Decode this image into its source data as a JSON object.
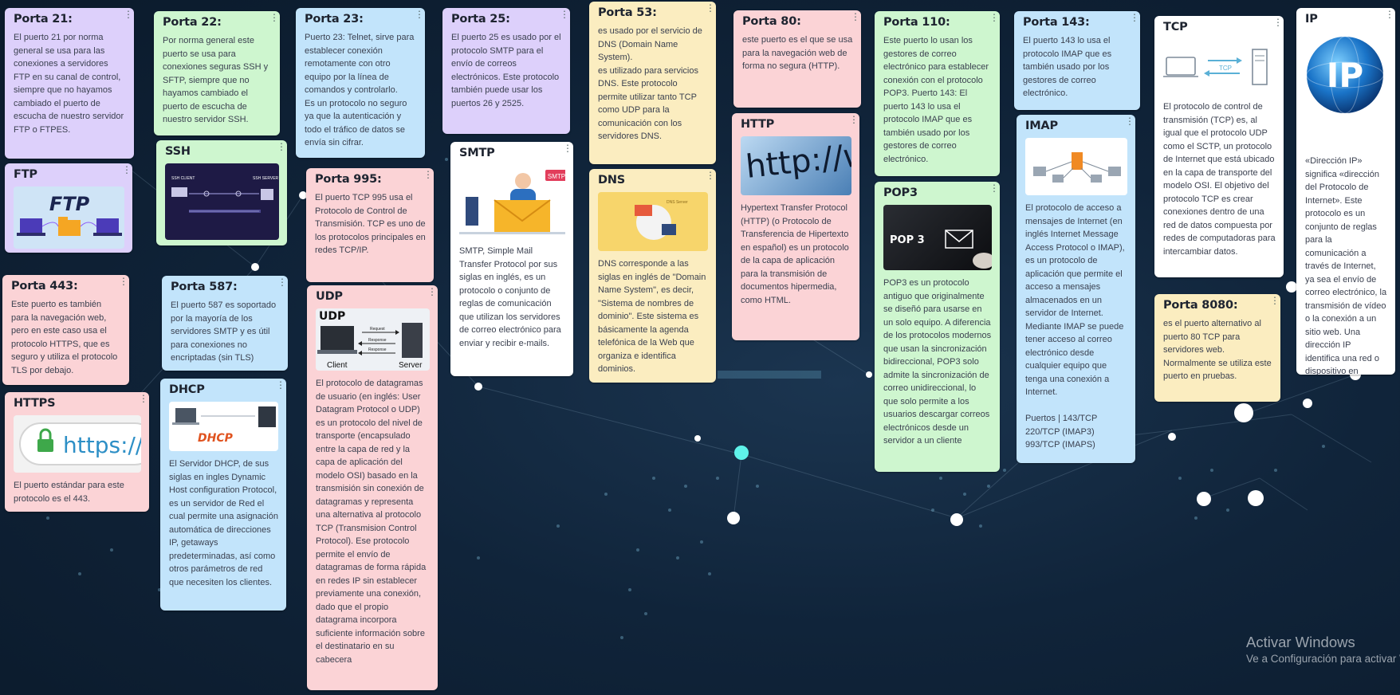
{
  "cards": {
    "p21": {
      "title": "Porta 21:",
      "body": "El puerto 21 por norma general se usa para las conexiones a servidores FTP en su canal de control, siempre que no hayamos cambiado el puerto de escucha de nuestro servidor FTP o FTPES."
    },
    "p22": {
      "title": "Porta 22:",
      "body": "Por norma general este puerto se usa para conexiones seguras SSH y SFTP, siempre que no hayamos cambiado el puerto de escucha de nuestro servidor SSH."
    },
    "p23": {
      "title": "Porta 23:",
      "body": "Puerto 23: Telnet, sirve para establecer conexión remotamente con otro equipo por la línea de comandos y controlarlo.\nEs un protocolo no seguro ya que la autenticación y todo el tráfico de datos se envía sin cifrar."
    },
    "p25": {
      "title": "Porta 25:",
      "body": "El puerto 25 es usado por el protocolo SMTP para el envío de correos electrónicos. Este protocolo también puede usar los puertos 26 y 2525."
    },
    "p53": {
      "title": "Porta 53:",
      "body": "es usado por el servicio de DNS (Domain Name System).\nes utilizado para servicios DNS. Este protocolo permite utilizar tanto TCP como UDP para la comunicación con los servidores DNS."
    },
    "p80": {
      "title": "Porta 80:",
      "body": "este puerto es el que se usa para la navegación web de forma no segura (HTTP)."
    },
    "p110": {
      "title": "Porta 110:",
      "body": "Este puerto lo usan los gestores de correo electrónico para establecer conexión con el protocolo POP3. Puerto 143: El puerto 143 lo usa el protocolo IMAP que es también usado por los gestores de correo electrónico."
    },
    "p143": {
      "title": "Porta 143:",
      "body": "El puerto 143 lo usa el protocolo IMAP que es también usado por los gestores de correo electrónico."
    },
    "tcp": {
      "title": "TCP",
      "body": "El protocolo de control de transmisión (TCP) es, al igual que el protocolo UDP como el SCTP, un protocolo de Internet que está ubicado en la capa de transporte del modelo OSI. El objetivo del protocolo TCP es crear conexiones dentro de una red de datos compuesta por redes de computadoras para intercambiar datos."
    },
    "ip": {
      "title": "IP",
      "body": "«Dirección IP» significa «dirección del Protocolo de Internet». Este protocolo es un conjunto de reglas para la comunicación a través de Internet, ya sea el envío de correo electrónico, la transmisión de vídeo o la conexión a un sitio web. Una dirección IP identifica una red o dispositivo en Internet."
    },
    "ftp": {
      "title": "FTP",
      "body": ""
    },
    "ssh": {
      "title": "SSH",
      "body": ""
    },
    "p995": {
      "title": "Porta 995:",
      "body": "El puerto TCP 995 usa el Protocolo de Control de Transmisión. TCP es uno de los protocolos principales en redes TCP/IP."
    },
    "smtp": {
      "title": "SMTP",
      "body": "SMTP, Simple Mail Transfer Protocol por sus siglas en inglés, es un protocolo o conjunto de reglas de comunicación que utilizan los servidores de correo electrónico para enviar y recibir e-mails."
    },
    "dns": {
      "title": "DNS",
      "body": "DNS corresponde a las siglas en inglés de \"Domain Name System\", es decir, \"Sistema de nombres de dominio\". Este sistema es básicamente la agenda telefónica de la Web que organiza e identifica dominios."
    },
    "http": {
      "title": "HTTP",
      "body": "Hypertext Transfer Protocol (HTTP) (o Protocolo de Transferencia de Hipertexto en español) es un protocolo de la capa de aplicación para la transmisión de documentos hipermedia, como HTML."
    },
    "pop3": {
      "title": "POP3",
      "body": "POP3 es un protocolo antiguo que originalmente se diseñó para usarse en un solo equipo. A diferencia de los protocolos modernos que usan la sincronización bidireccional, POP3 solo admite la sincronización de correo unidireccional, lo que solo permite a los usuarios descargar correos electrónicos desde un servidor a un cliente"
    },
    "imap": {
      "title": "IMAP",
      "body": "El protocolo de acceso a mensajes de Internet (en inglés Internet Message Access Protocol o IMAP), es un protocolo de aplicación que permite el acceso a mensajes almacenados en un servidor de Internet. Mediante IMAP se puede tener acceso al correo electrónico desde cualquier equipo que tenga una conexión a Internet.\n\nPuertos | 143/TCP\n220/TCP (IMAP3)\n993/TCP (IMAPS)"
    },
    "p443": {
      "title": "Porta 443:",
      "body": "Este puerto es también para la navegación web, pero en este caso usa el protocolo HTTPS, que es seguro y utiliza el protocolo TLS por debajo."
    },
    "p587": {
      "title": "Porta 587:",
      "body": "El puerto 587 es soportado por la mayoría de los servidores SMTP y es útil para conexiones no encriptadas (sin TLS)"
    },
    "udp": {
      "title": "UDP",
      "body": "El protocolo de datagramas de usuario (en inglés: User Datagram Protocol o UDP) es un protocolo del nivel de transporte (encapsulado entre la capa de red y la capa de aplicación del modelo OSI) basado en la transmisión sin conexión de datagramas y representa una alternativa al protocolo TCP (Transmision Control Protocol). Ese protocolo permite el envío de datagramas de forma rápida en redes IP sin establecer previamente una conexión, dado que el propio datagrama incorpora suficiente información sobre el destinatario en su cabecera"
    },
    "p8080": {
      "title": "Porta 8080:",
      "body": "es el puerto alternativo al puerto 80 TCP para servidores web. Normalmente se utiliza este puerto en pruebas."
    },
    "https": {
      "title": "HTTPS",
      "body": "El puerto estándar para este protocolo es el 443."
    },
    "dhcp": {
      "title": "DHCP",
      "body": "El Servidor DHCP, de sus siglas en ingles Dynamic Host configuration Protocol, es un servidor de Red el cual permite una asignación automática de direcciones IP, getaways predeterminadas, así como otros parámetros de red que necesiten los clientes."
    }
  },
  "images": {
    "ftp_text": "FTP",
    "ssh_client": "SSH CLIENT",
    "ssh_server": "SSH SERVER",
    "smtp_text": "SMTP",
    "http_text": "http://ww",
    "pop3_text": "POP 3",
    "https_text": "https://",
    "udp_text": "UDP",
    "udp_request": "Request",
    "udp_response1": "Response",
    "udp_response2": "Response",
    "udp_client": "Client",
    "udp_server": "Server",
    "tcp_text": "TCP",
    "ip_text": "IP",
    "dhcp_text": "DHCP",
    "dns_text": "DNS Server"
  },
  "menu_glyph": "⋮",
  "watermark": {
    "line1": "Activar Windows",
    "line2": "Ve a Configuración para activar Windows."
  },
  "colors": {
    "purple": "#ddd0fb",
    "green": "#cef6cf",
    "blue": "#c2e4fb",
    "pink": "#fbd3d6",
    "yellow": "#fbedc0",
    "background": "#10243a"
  }
}
